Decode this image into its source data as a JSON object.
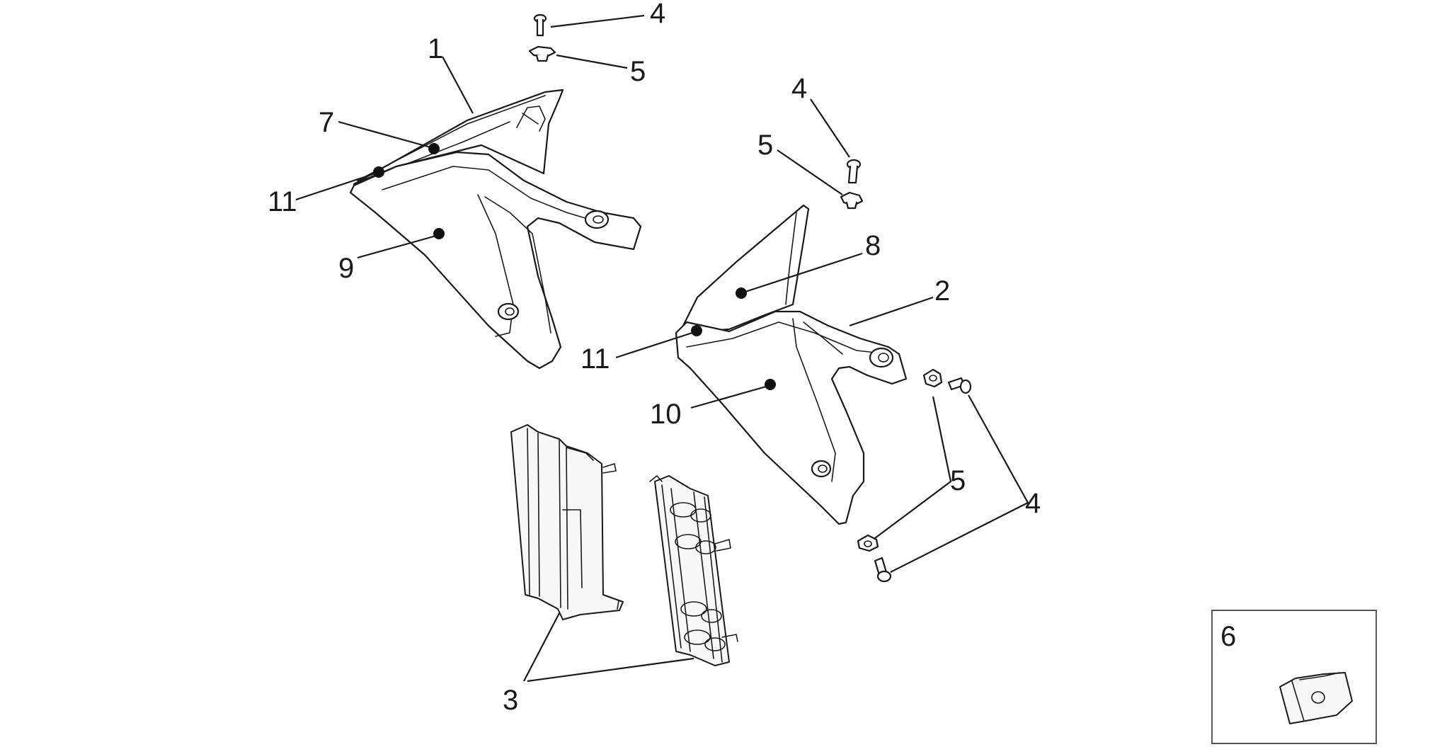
{
  "callouts": {
    "c1": "1",
    "c2": "2",
    "c3": "3",
    "c4_top": "4",
    "c4_mid": "4",
    "c4_right": "4",
    "c5_top": "5",
    "c5_mid": "5",
    "c5_right": "5",
    "c6": "6",
    "c7": "7",
    "c8": "8",
    "c9": "9",
    "c10": "10",
    "c11_left": "11",
    "c11_right": "11"
  }
}
